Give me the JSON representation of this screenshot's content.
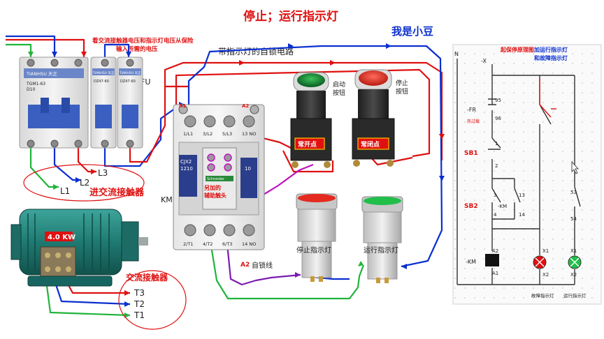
{
  "title": "停止；运行指示灯",
  "author": "我是小豆",
  "breaker_note_line1": "看交流接触器电压和指示灯电压从保险",
  "breaker_note_line2": "输入所需的电压",
  "self_lock_label": "带指示灯的自锁电路",
  "fuse_label": "FU",
  "breaker_left": {
    "brand": "TIANHSU 天正",
    "model": "TGM1-63",
    "rating": "D10"
  },
  "breaker_right_1": {
    "brand": "TIANHSU 天正",
    "model": "DZ47-60"
  },
  "breaker_right_2": {
    "brand": "TIANHSU 天正",
    "model": "DZ47-60"
  },
  "phase_labels": [
    "L1",
    "L2",
    "L3"
  ],
  "input_contactor_label": "进交流接触器",
  "km_label": "KM",
  "contactor": {
    "model": "CJX2",
    "model_number": "1210",
    "brand": "Schneider",
    "top_terminals": [
      "1/L1",
      "3/L2",
      "5/L3",
      "13 NO"
    ],
    "bottom_terminals": [
      "2/T1",
      "4/T2",
      "6/T3",
      "14 NO"
    ],
    "a1_label": "A1",
    "a2_label": "A2",
    "aux_label_line1": "另加的",
    "aux_label_line2": "辅助触头",
    "front_number": "10"
  },
  "a2_bottom_label": "A2",
  "self_lock_wire_label": "自锁线",
  "start_button": {
    "label_line1": "启动",
    "label_line2": "按钮",
    "contact": "常开点"
  },
  "stop_button": {
    "label_line1": "停止",
    "label_line2": "按钮",
    "contact": "常闭点"
  },
  "stop_lamp_label": "停止指示灯",
  "run_lamp_label": "运行指示灯",
  "motor": {
    "power": "4.0 KW"
  },
  "motor_contactor_label": "交流接触器",
  "terminals_out": [
    "T3",
    "T2",
    "T1"
  ],
  "schematic": {
    "title_red": "起保停原理图",
    "title_blue_line1": "加运行指示灯",
    "title_blue_line2": "和故障指示灯",
    "n_label": "N",
    "x_label": "-X",
    "fr_label": "-FR",
    "fr_sub": "热过载",
    "fr_top": "95",
    "fr_bottom": "96",
    "sb1": "SB1",
    "sb1_num1": "1",
    "sb1_num2": "2",
    "sb2": "SB2",
    "sb2_num3": "3",
    "sb2_num4": "4",
    "km_contact": "-KM",
    "km_13": "13",
    "km_14": "14",
    "km_53": "53",
    "km_54": "54",
    "coil_label": "-KM",
    "coil_a2": "A2",
    "coil_a1": "A1",
    "lamp1_x1": "X1",
    "lamp1_x2": "X2",
    "lamp2_x1": "X1",
    "lamp2_x2": "X2",
    "lamp1_caption": "故障指示灯",
    "lamp2_caption": "运行指示灯"
  }
}
